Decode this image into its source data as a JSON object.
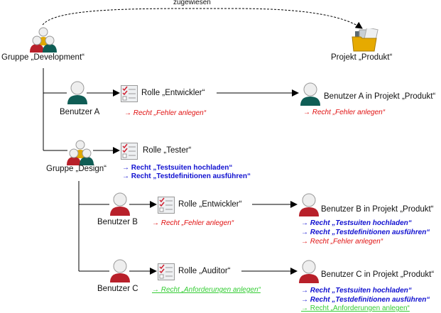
{
  "edge_label": "zugewiesen",
  "group_dev": {
    "label": "Gruppe „Development“"
  },
  "project": {
    "label": "Projekt „Produkt“"
  },
  "user_a": {
    "label": "Benutzer A",
    "role": "Rolle „Entwickler“",
    "role_rights": [
      "→ Recht „Fehler anlegen“"
    ],
    "result_label": "Benutzer A in Projekt „Produkt“",
    "result_rights": [
      "→ Recht „Fehler anlegen“"
    ]
  },
  "group_design": {
    "label": "Gruppe „Design“",
    "role": "Rolle „Tester“",
    "role_rights": [
      "→ Recht „Testsuiten hochladen“",
      "→ Recht „Testdefinitionen ausführen“"
    ]
  },
  "user_b": {
    "label": "Benutzer B",
    "role": "Rolle „Entwickler“",
    "role_rights": [
      "→ Recht „Fehler anlegen“"
    ],
    "result_label": "Benutzer B in Projekt „Produkt“",
    "result_rights": [
      "→ Recht „Testsuiten hochladen“",
      "→ Recht „Testdefinitionen ausführen“",
      "→ Recht „Fehler anlegen“"
    ]
  },
  "user_c": {
    "label": "Benutzer C",
    "role": "Rolle „Auditor“",
    "role_rights": [
      "→ Recht „Anforderungen anlegen“"
    ],
    "result_label": "Benutzer C in Projekt „Produkt“",
    "result_rights": [
      "→ Recht „Testsuiten hochladen“",
      "→ Recht „Testdefinitionen ausführen“",
      "→ Recht „Anforderungen anlegen“"
    ]
  },
  "colors": {
    "red_user": "#b8202a",
    "teal_user": "#0f5d55",
    "yellow_user": "#e0a800",
    "folder": "#e6aa00"
  }
}
